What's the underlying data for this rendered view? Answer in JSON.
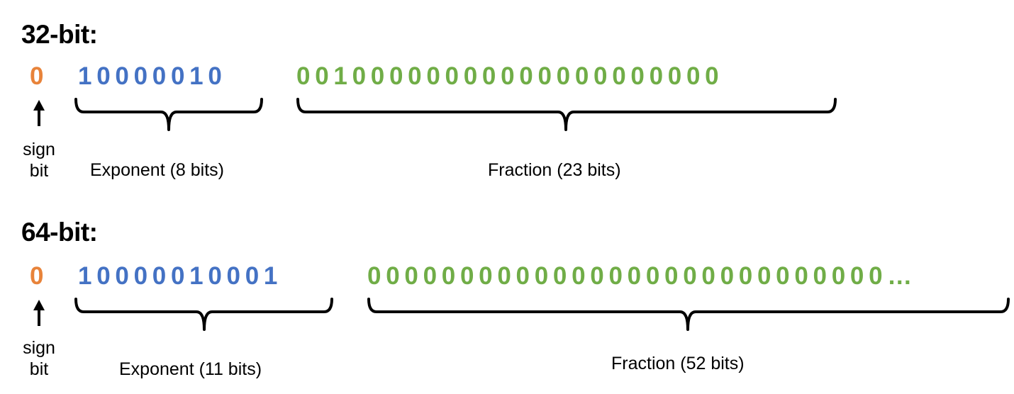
{
  "sections": [
    {
      "title": "32-bit:",
      "sign": "0",
      "exponent_bits": "1 0 0 0 0 0 1 0",
      "fraction_bits": "0 0 1 0 0 0 0 0 0 0 0 0 0 0 0 0 0 0 0 0 0 0 0",
      "sign_label_line1": "sign",
      "sign_label_line2": "bit",
      "exponent_label": "Exponent (8 bits)",
      "fraction_label": "Fraction (23 bits)"
    },
    {
      "title": "64-bit:",
      "sign": "0",
      "exponent_bits": "1 0 0 0 0 0 1 0 0 0 1",
      "fraction_bits": "0 0 0 0 0 0 0 0 0 0 0 0 0 0 0 0 0 0 0 0 0 0 0 0 0 0 0 0 …",
      "sign_label_line1": "sign",
      "sign_label_line2": "bit",
      "exponent_label": "Exponent (11 bits)",
      "fraction_label": "Fraction (52 bits)"
    }
  ],
  "colors": {
    "sign": "#E8833A",
    "exponent": "#4472C4",
    "fraction": "#70AD47"
  }
}
